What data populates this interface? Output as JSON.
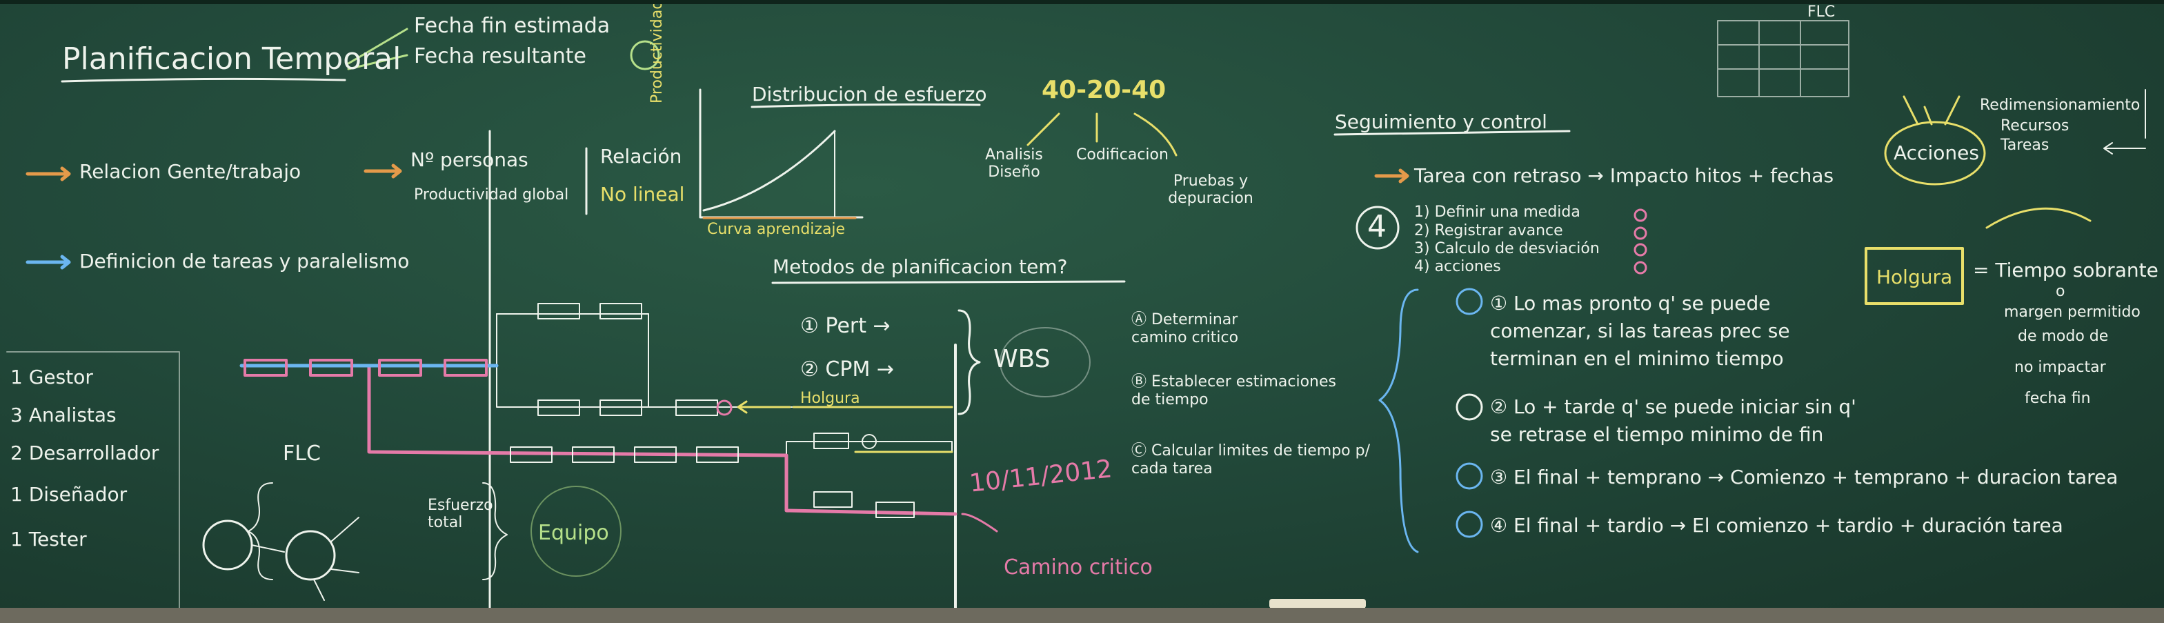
{
  "board": {
    "title": "Planificacion Temporal",
    "title_branch_1": "Fecha fin estimada",
    "title_branch_2": "Fecha resultante",
    "relation_label": "Relacion Gente/trabajo",
    "relation_personas": "Nº personas",
    "relation_productividad": "Productividad global",
    "relation_result_1": "Relación",
    "relation_result_2": "No lineal",
    "definition_label": "Definicion de tareas y paralelismo",
    "distribution_title": "Distribucion de esfuerzo",
    "distribution_ratio": "40-20-40",
    "distribution_part_1": "Analisis Diseño",
    "distribution_part_2": "Codificacion",
    "distribution_part_3": "Pruebas y depuracion",
    "curve_label": "Curva aprendizaje",
    "axis_label": "Productividad",
    "methods_title": "Metodos de planificacion tem?",
    "method_1": "① Pert →",
    "method_2": "② CPM →",
    "method_result": "WBS",
    "holgura_arrow": "Holgura",
    "steps": [
      "Ⓐ Determinar camino critico",
      "Ⓑ Establecer estimaciones de tiempo",
      "Ⓒ Calcular limites de tiempo p/ cada tarea"
    ],
    "date": "10/11/2012",
    "critical_path": "Camino critico",
    "roles": [
      "1 Gestor",
      "3 Analistas",
      "2 Desarrollador",
      "1 Diseñador",
      "1 Tester"
    ],
    "flc": "FLC",
    "equipo": "Equipo",
    "esfuerzo": "Esfuerzo total",
    "seguimiento_title": "Seguimiento y control",
    "retraso_line": "Tarea con retraso → Impacto hitos + fechas",
    "acciones_circle": "Acciones",
    "redim": [
      "Redimensionamiento",
      "Recursos",
      "Tareas"
    ],
    "sub_steps": [
      "1) Definir una medida",
      "2) Registrar avance",
      "3) Calculo de desviación",
      "4) acciones"
    ],
    "holgura_box": "Holgura",
    "holgura_def": [
      "= Tiempo sobrante",
      "o",
      "margen permitido",
      "de modo de",
      "no impactar",
      "fecha fin"
    ],
    "rules": [
      "① Lo mas pronto q' se puede comenzar, si las tareas prec se terminan en el minimo tiempo",
      "② Lo + tarde q' se puede iniciar sin q' se retrase el tiempo minimo de fin",
      "③ El final + temprano → Comienzo + temprano + duracion tarea",
      "④ El final + tardio → El comienzo + tardio + duración tarea"
    ],
    "four_circle": "4",
    "grid_header": "FLC",
    "colors": {
      "board": "#22493a",
      "chalk_white": "#eef3ec",
      "chalk_yellow": "#e8df6a",
      "chalk_orange": "#e59a4a",
      "chalk_pink": "#e57aa8",
      "chalk_green": "#b6e08a",
      "chalk_blue": "#6bb6f0"
    }
  }
}
